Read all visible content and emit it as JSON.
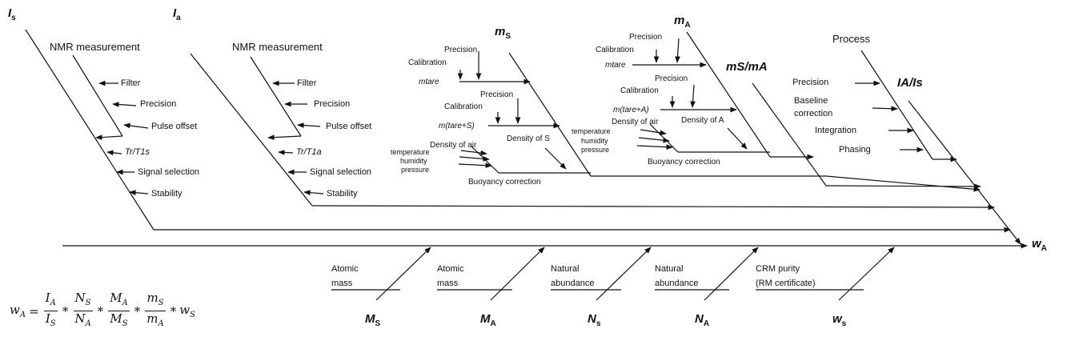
{
  "heads": {
    "Is": {
      "main": "I",
      "sub": "s"
    },
    "Ia": {
      "main": "I",
      "sub": "a"
    },
    "mS": {
      "main": "m",
      "sub": "S"
    },
    "mA": {
      "main": "m",
      "sub": "A"
    },
    "mSmA": "mS/mA",
    "process": "Process",
    "IAIs": "IA/Is",
    "wA": {
      "main": "w",
      "sub": "A"
    },
    "MS": {
      "main": "M",
      "sub": "S"
    },
    "MA": {
      "main": "M",
      "sub": "A"
    },
    "Ns": {
      "main": "N",
      "sub": "s"
    },
    "NA": {
      "main": "N",
      "sub": "A"
    },
    "ws": {
      "main": "w",
      "sub": "s"
    }
  },
  "nmr1": {
    "title": "NMR measurement",
    "filter": "Filter",
    "precision": "Precision",
    "pulse_offset": "Pulse offset",
    "tr": "Tr/T1s",
    "signal_selection": "Signal selection",
    "stability": "Stability"
  },
  "nmr2": {
    "title": "NMR measurement",
    "filter": "Filter",
    "precision": "Precision",
    "pulse_offset": "Pulse offset",
    "tr": "Tr/T1a",
    "signal_selection": "Signal selection",
    "stability": "Stability"
  },
  "ms_branch": {
    "precision1": "Precision",
    "calibration1": "Calibration",
    "m_tare": "mtare",
    "precision2": "Precision",
    "calibration2": "Calibration",
    "m_tare_s": "m(tare+S)",
    "density_air": "Density of air",
    "temperature": "temperature",
    "humidity": "humidity",
    "pressure": "pressure",
    "density_s": "Density of S",
    "buoyancy": "Buoyancy correction"
  },
  "ma_branch": {
    "precision1": "Precision",
    "calibration1": "Calibration",
    "m_tare": "mtare",
    "precision2": "Precision",
    "calibration2": "Calibration",
    "m_tare_a": "m(tare+A)",
    "density_air": "Density of air",
    "temperature": "temperature",
    "humidity": "humidity",
    "pressure": "pressure",
    "density_a": "Density of A",
    "buoyancy": "Buoyancy correction"
  },
  "process": {
    "precision": "Precision",
    "baseline1": "Baseline",
    "baseline2": "correction",
    "integration": "Integration",
    "phasing": "Phasing"
  },
  "lower": {
    "atomic1a": "Atomic",
    "atomic1b": "mass",
    "atomic2a": "Atomic",
    "atomic2b": "mass",
    "natural1a": "Natural",
    "natural1b": "abundance",
    "natural2a": "Natural",
    "natural2b": "abundance",
    "crm1": "CRM purity",
    "crm2": "(RM certificate)"
  },
  "formula": {
    "lhs": "w",
    "lhs_sub": "A",
    "IA_n": "I",
    "IA_ns": "A",
    "IS_d": "I",
    "IS_ds": "S",
    "NS_n": "N",
    "NS_ns": "S",
    "NA_d": "N",
    "NA_ds": "A",
    "MA_n": "M",
    "MA_ns": "A",
    "MS_d": "M",
    "MS_ds": "S",
    "mS_n": "m",
    "mS_ns": "S",
    "mA_d": "m",
    "mA_ds": "A",
    "ws": "w",
    "ws_sub": "S"
  }
}
